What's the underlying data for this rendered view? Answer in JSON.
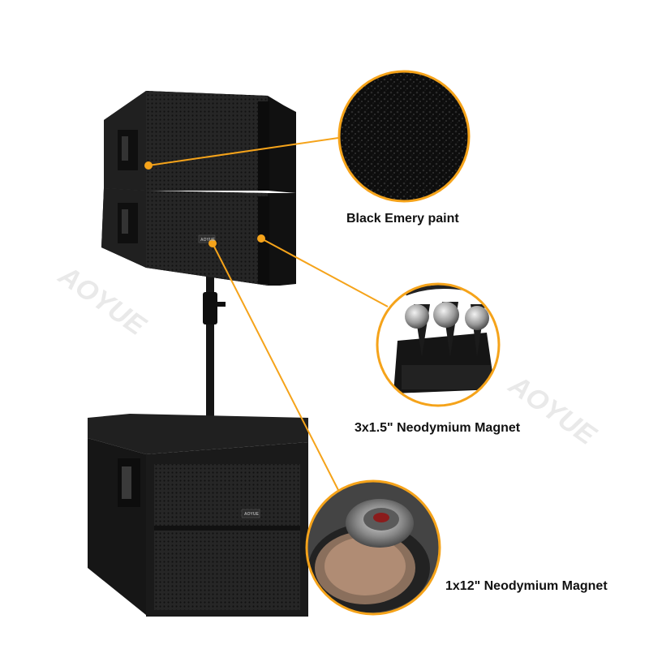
{
  "callouts": [
    {
      "label": "Black Emery paint"
    },
    {
      "label": "3x1.5\" Neodymium Magnet"
    },
    {
      "label": "1x12\" Neodymium Magnet"
    }
  ],
  "watermark": "AOYUE",
  "logo_text": "AOYUE",
  "colors": {
    "callout_line": "#f5a31a",
    "cabinet": "#1b1b1b",
    "grille": "#2a2a2a",
    "background": "#ffffff"
  }
}
